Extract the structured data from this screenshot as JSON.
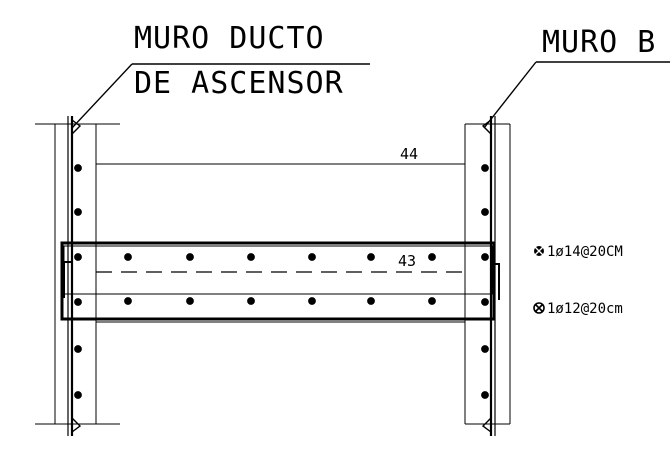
{
  "labels": {
    "muro_ducto_line1": "MURO DUCTO",
    "muro_ducto_line2": "DE ASCENSOR",
    "muro_right": "MURO B"
  },
  "dimensions": {
    "top_bar": "44",
    "middle_bar": "43"
  },
  "legend": {
    "item1": "1ø14@20CM",
    "item2": "1ø12@20cm"
  }
}
